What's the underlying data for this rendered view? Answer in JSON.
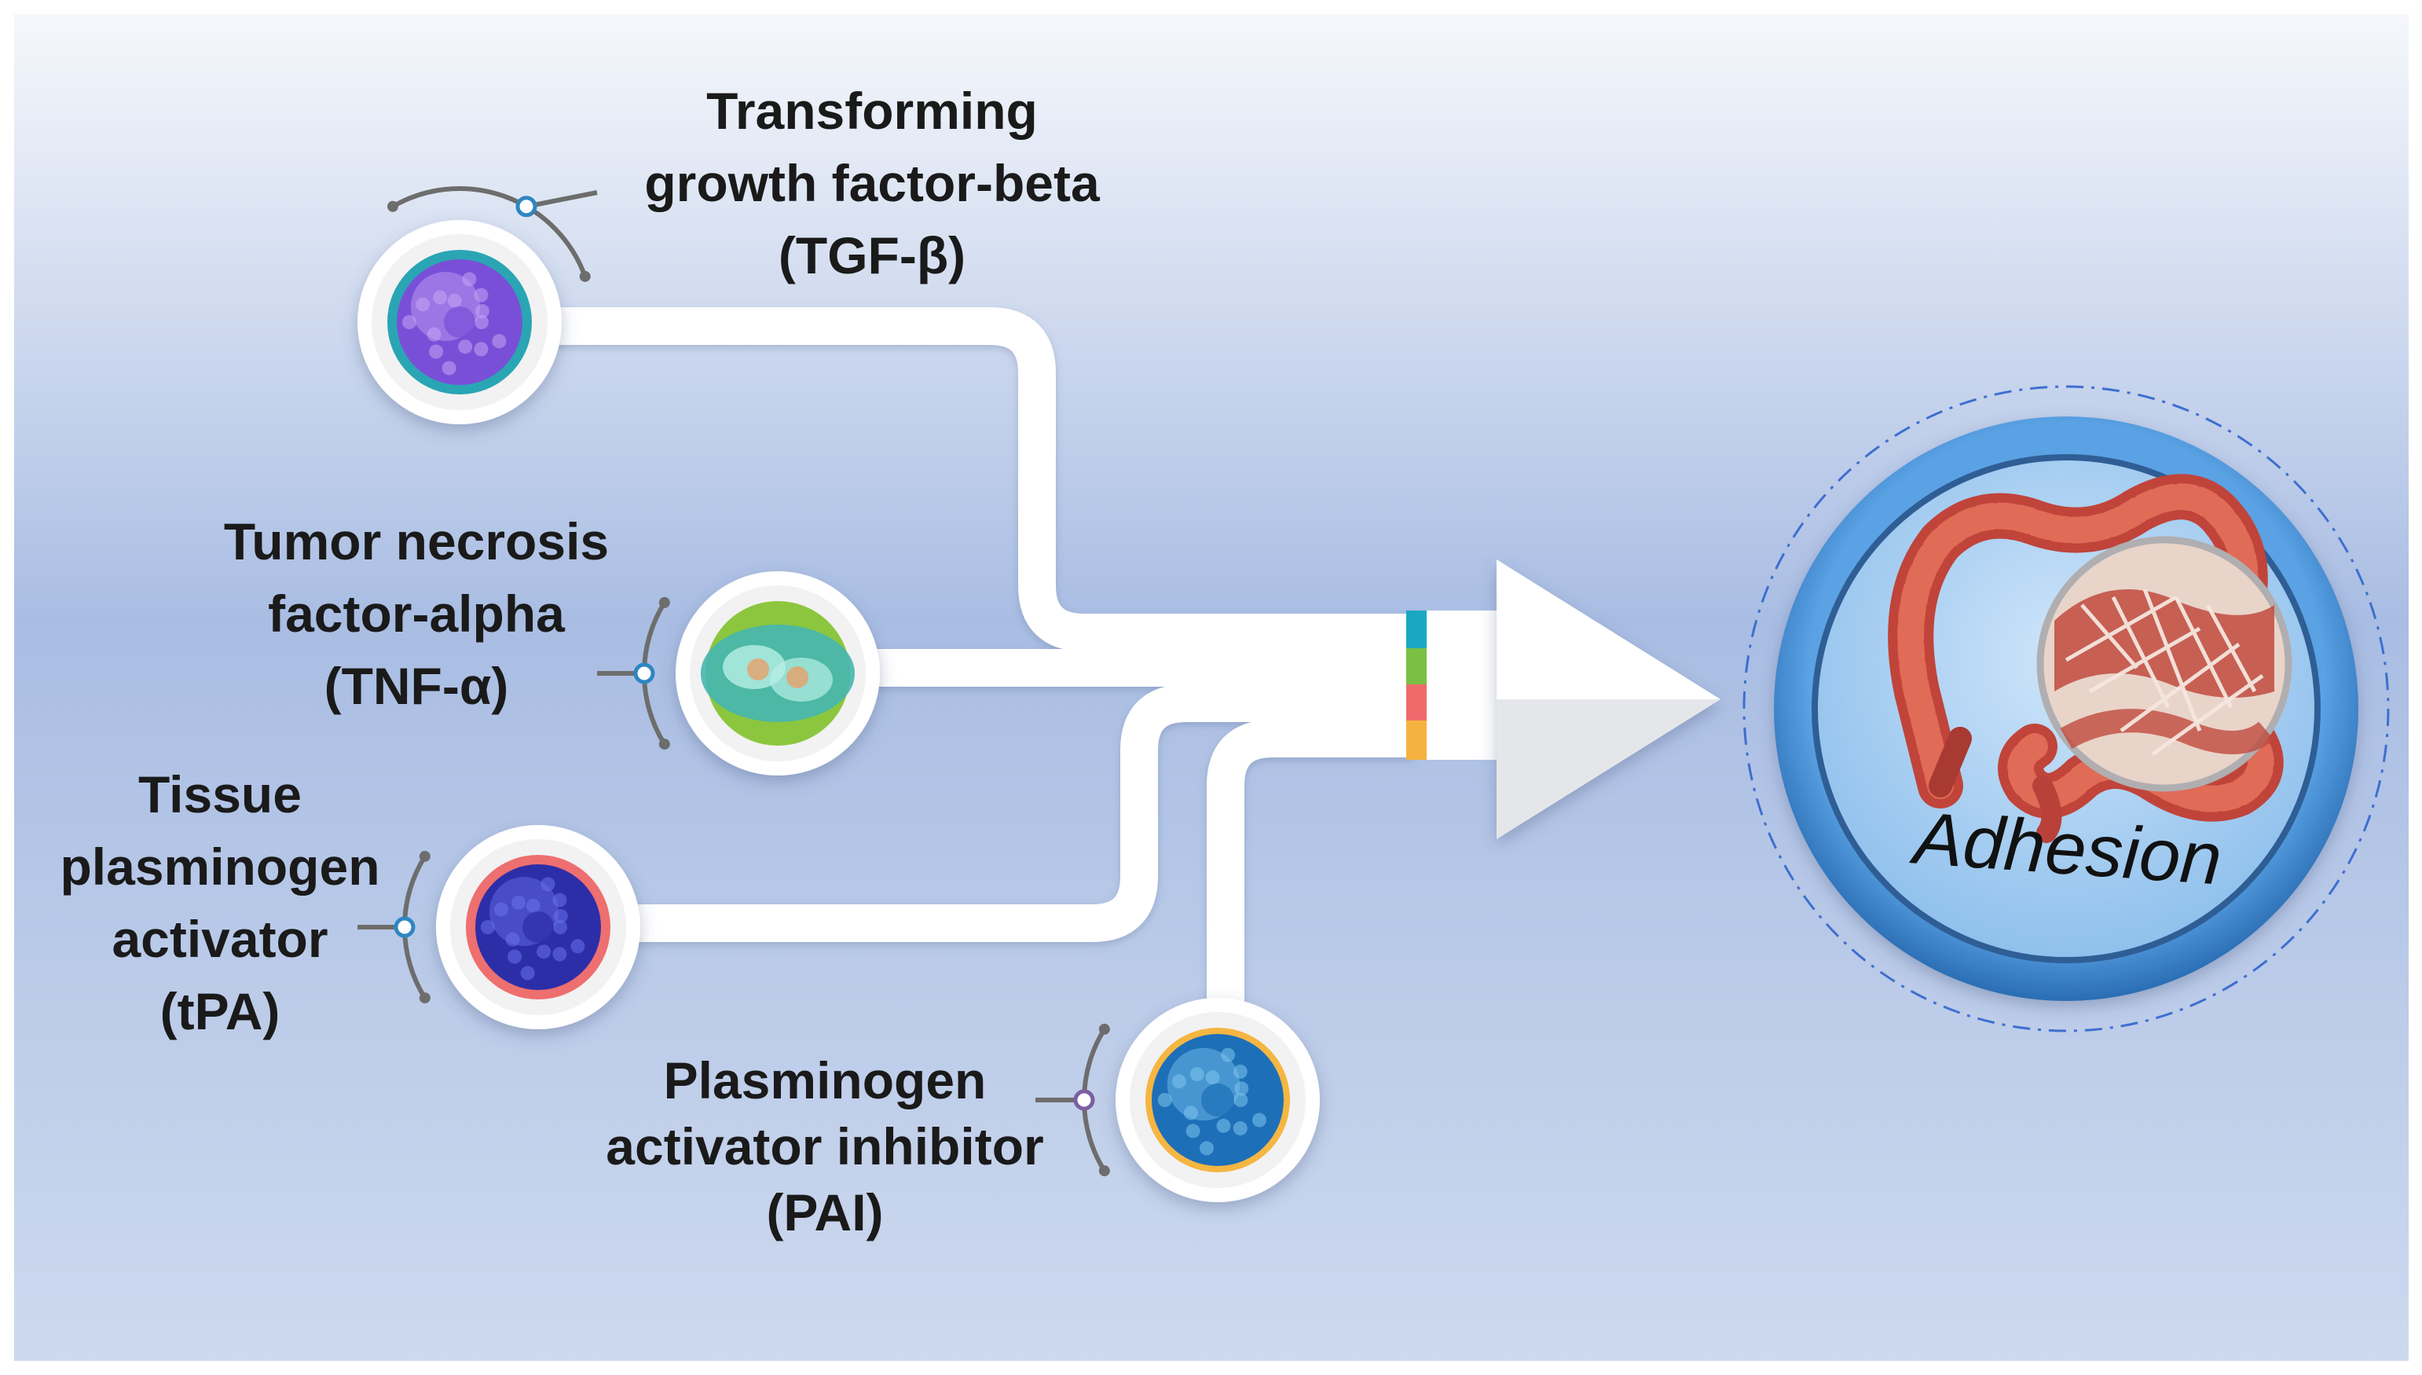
{
  "factors": [
    {
      "id": "tgf",
      "lines": [
        "Transforming",
        "growth factor-beta",
        "(TGF-β)"
      ],
      "ring_color": "#2aa5b4",
      "cell_color": "#7a4fd8",
      "cell_highlight": "#c4a6f4",
      "stripe_color": "#1aa7c3"
    },
    {
      "id": "tnf",
      "lines": [
        "Tumor necrosis",
        "factor-alpha",
        "(TNF-α)"
      ],
      "ring_color": "#8cc63f",
      "cell_color": "#45b6b0",
      "cell_highlight": "#b7efe5",
      "stripe_color": "#7ac143"
    },
    {
      "id": "tpa",
      "lines": [
        "Tissue",
        "plasminogen",
        "activator",
        "(tPA)"
      ],
      "ring_color": "#ee6f6f",
      "cell_color": "#2c2ea8",
      "cell_highlight": "#6a72ec",
      "stripe_color": "#ef6b6b"
    },
    {
      "id": "pai",
      "lines": [
        "Plasminogen",
        "activator inhibitor",
        "(PAI)"
      ],
      "ring_color": "#f5b642",
      "cell_color": "#1d6fb8",
      "cell_highlight": "#7ec6ef",
      "stripe_color": "#f6b23f"
    }
  ],
  "outcome": {
    "label": "Adhesion"
  },
  "colors": {
    "background_top": "#f5f7fb",
    "background_mid": "#a9bde3",
    "background_bottom": "#cdd9ee",
    "pathway": "#ffffff",
    "outcome_ring": "#3d86cf",
    "outcome_inner": "#a9d0f3",
    "organ": "#c7493b"
  }
}
